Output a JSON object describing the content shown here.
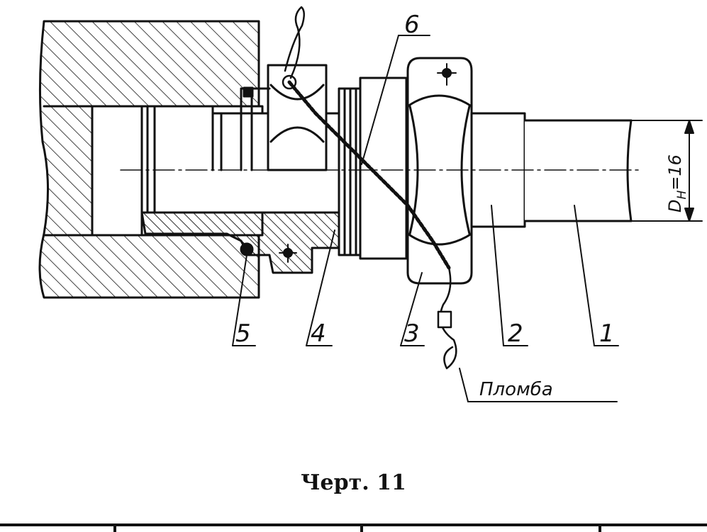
{
  "drawing": {
    "part_labels": [
      "1",
      "2",
      "3",
      "4",
      "5",
      "6"
    ],
    "seal_label": "Пломба",
    "dimension_label": "D",
    "dimension_subscript": "H",
    "dimension_value": "=16"
  },
  "caption": "Черт. 11",
  "colors": {
    "ink": "#111111",
    "background": "#ffffff"
  }
}
